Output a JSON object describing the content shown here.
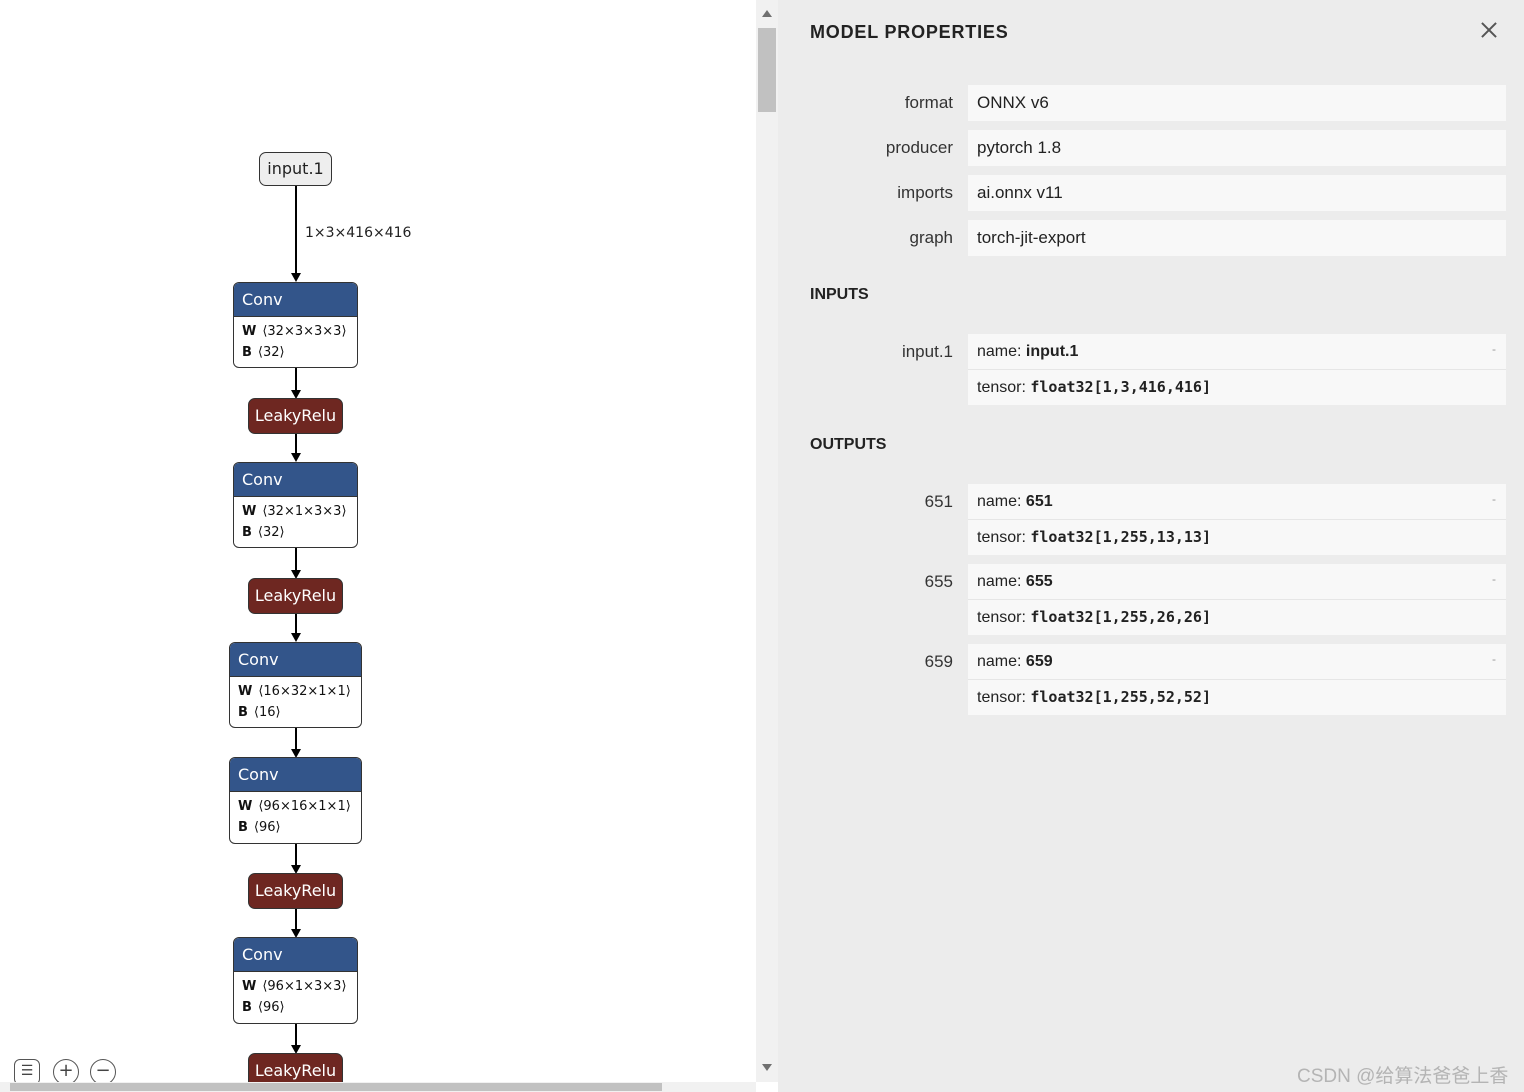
{
  "graph": {
    "input_node": "input.1",
    "edge_label": "1×3×416×416",
    "nodes": [
      {
        "type": "Conv",
        "w": "⟨32×3×3×3⟩",
        "b": "⟨32⟩"
      },
      {
        "type": "LeakyRelu"
      },
      {
        "type": "Conv",
        "w": "⟨32×1×3×3⟩",
        "b": "⟨32⟩"
      },
      {
        "type": "LeakyRelu"
      },
      {
        "type": "Conv",
        "w": "⟨16×32×1×1⟩",
        "b": "⟨16⟩"
      },
      {
        "type": "Conv",
        "w": "⟨96×16×1×1⟩",
        "b": "⟨96⟩"
      },
      {
        "type": "LeakyRelu"
      },
      {
        "type": "Conv",
        "w": "⟨96×1×3×3⟩",
        "b": "⟨96⟩"
      },
      {
        "type": "LeakyRelu"
      }
    ],
    "attr_w_label": "W",
    "attr_b_label": "B",
    "colors": {
      "conv": "#33558a",
      "activation": "#6e2721",
      "input": "#eeeeee"
    }
  },
  "toolbar": {
    "list_icon": "list-icon",
    "zoom_in_icon": "zoom-in-icon",
    "zoom_out_icon": "zoom-out-icon"
  },
  "panel": {
    "title": "MODEL PROPERTIES",
    "properties": [
      {
        "label": "format",
        "value": "ONNX v6"
      },
      {
        "label": "producer",
        "value": "pytorch 1.8"
      },
      {
        "label": "imports",
        "value": "ai.onnx v11"
      },
      {
        "label": "graph",
        "value": "torch-jit-export"
      }
    ],
    "inputs_title": "INPUTS",
    "inputs": [
      {
        "label": "input.1",
        "name_prefix": "name: ",
        "name": "input.1",
        "tensor_prefix": "tensor: ",
        "tensor": "float32[1,3,416,416]"
      }
    ],
    "outputs_title": "OUTPUTS",
    "outputs": [
      {
        "label": "651",
        "name_prefix": "name: ",
        "name": "651",
        "tensor_prefix": "tensor: ",
        "tensor": "float32[1,255,13,13]"
      },
      {
        "label": "655",
        "name_prefix": "name: ",
        "name": "655",
        "tensor_prefix": "tensor: ",
        "tensor": "float32[1,255,26,26]"
      },
      {
        "label": "659",
        "name_prefix": "name: ",
        "name": "659",
        "tensor_prefix": "tensor: ",
        "tensor": "float32[1,255,52,52]"
      }
    ],
    "expand_glyph": "-"
  },
  "watermark": "CSDN @给算法爸爸上香"
}
